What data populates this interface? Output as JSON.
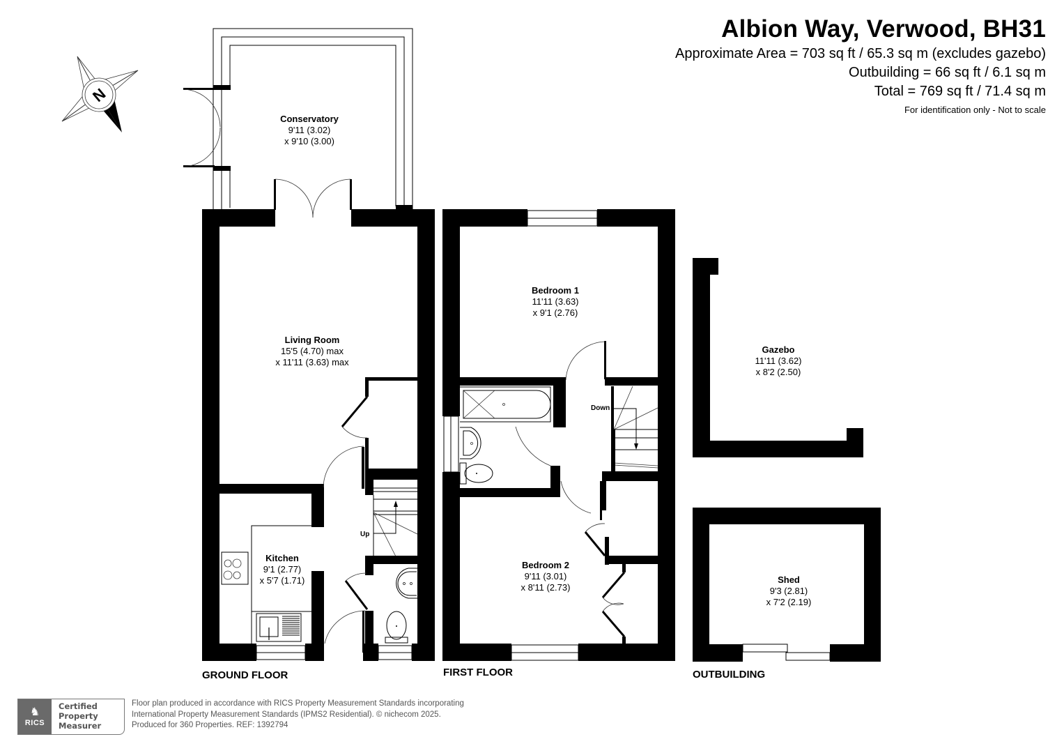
{
  "header": {
    "title": "Albion Way, Verwood, BH31",
    "approx_area": "Approximate Area = 703 sq ft / 65.3 sq m (excludes gazebo)",
    "outbuilding_area": "Outbuilding = 66 sq ft / 6.1 sq m",
    "total_area": "Total = 769 sq ft / 71.4 sq m",
    "note": "For identification only - Not to scale"
  },
  "compass": {
    "label": "N",
    "icon": "north-compass-icon"
  },
  "floors": {
    "ground": {
      "label": "GROUND FLOOR",
      "rooms": [
        {
          "name": "Conservatory",
          "dim1": "9'11 (3.02)",
          "dim2": "x 9'10 (3.00)"
        },
        {
          "name": "Living Room",
          "dim1": "15'5 (4.70) max",
          "dim2": "x 11'11 (3.63) max"
        },
        {
          "name": "Kitchen",
          "dim1": "9'1 (2.77)",
          "dim2": "x 5'7 (1.71)"
        }
      ],
      "stairs_label": "Up"
    },
    "first": {
      "label": "FIRST FLOOR",
      "rooms": [
        {
          "name": "Bedroom 1",
          "dim1": "11'11 (3.63)",
          "dim2": "x 9'1 (2.76)"
        },
        {
          "name": "Bedroom 2",
          "dim1": "9'11 (3.01)",
          "dim2": "x 8'11 (2.73)"
        }
      ],
      "stairs_label": "Down"
    },
    "outbuilding": {
      "label": "OUTBUILDING",
      "rooms": [
        {
          "name": "Gazebo",
          "dim1": "11'11 (3.62)",
          "dim2": "x 8'2 (2.50)"
        },
        {
          "name": "Shed",
          "dim1": "9'3 (2.81)",
          "dim2": "x 7'2 (2.19)"
        }
      ]
    }
  },
  "footer": {
    "rics_logo_text": "RICS",
    "rics_lion": "♞",
    "cert_line1": "Certified",
    "cert_line2": "Property",
    "cert_line3": "Measurer",
    "line1": "Floor plan produced in accordance with RICS Property Measurement Standards incorporating",
    "line2": "International Property Measurement Standards (IPMS2 Residential).   © nichecom 2025.",
    "line3": "Produced for 360 Properties.    REF:  1392794"
  }
}
